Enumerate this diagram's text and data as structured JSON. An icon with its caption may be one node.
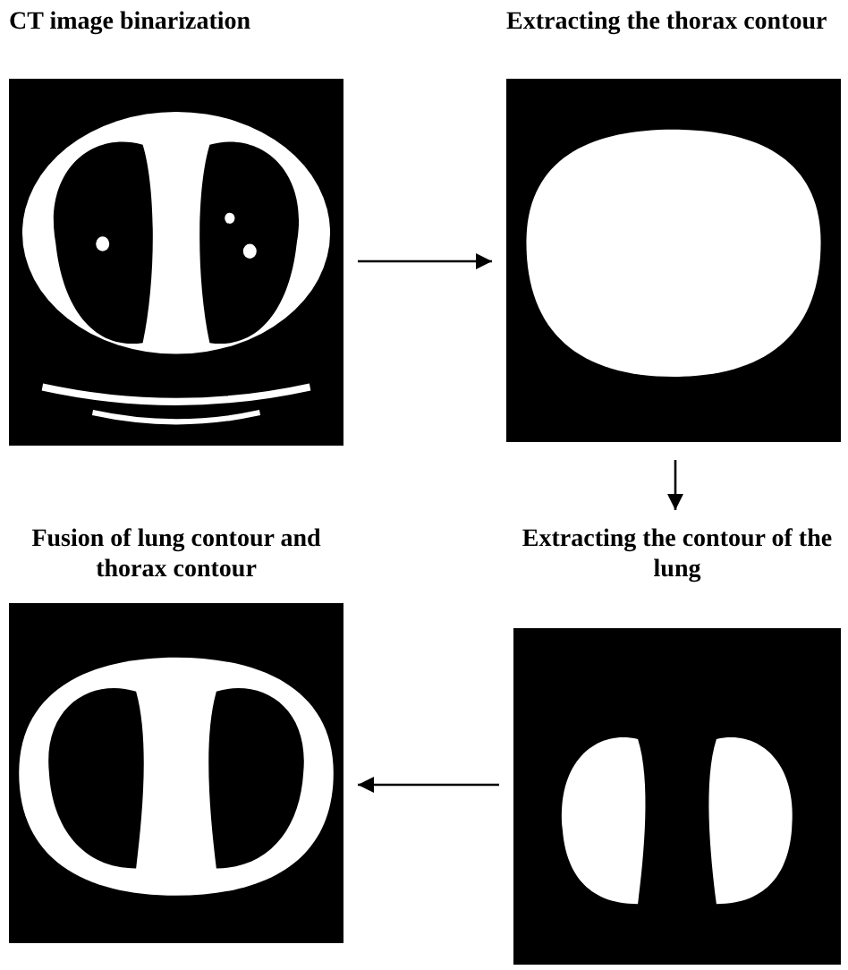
{
  "diagram": {
    "nodes": [
      {
        "text": [
          "CT image binarization"
        ]
      },
      {
        "text": [
          "Extracting the thorax contour"
        ]
      },
      {
        "text": [
          "Fusion of lung contour and thorax contour"
        ]
      },
      {
        "text": [
          "Extracting the contour of the lung"
        ]
      }
    ],
    "edges": [
      {
        "from": 0,
        "to": 1,
        "arrow": "to"
      },
      {
        "from": 1,
        "to": 3,
        "arrow": "to"
      },
      {
        "from": 3,
        "to": 2,
        "arrow": "to"
      }
    ]
  }
}
